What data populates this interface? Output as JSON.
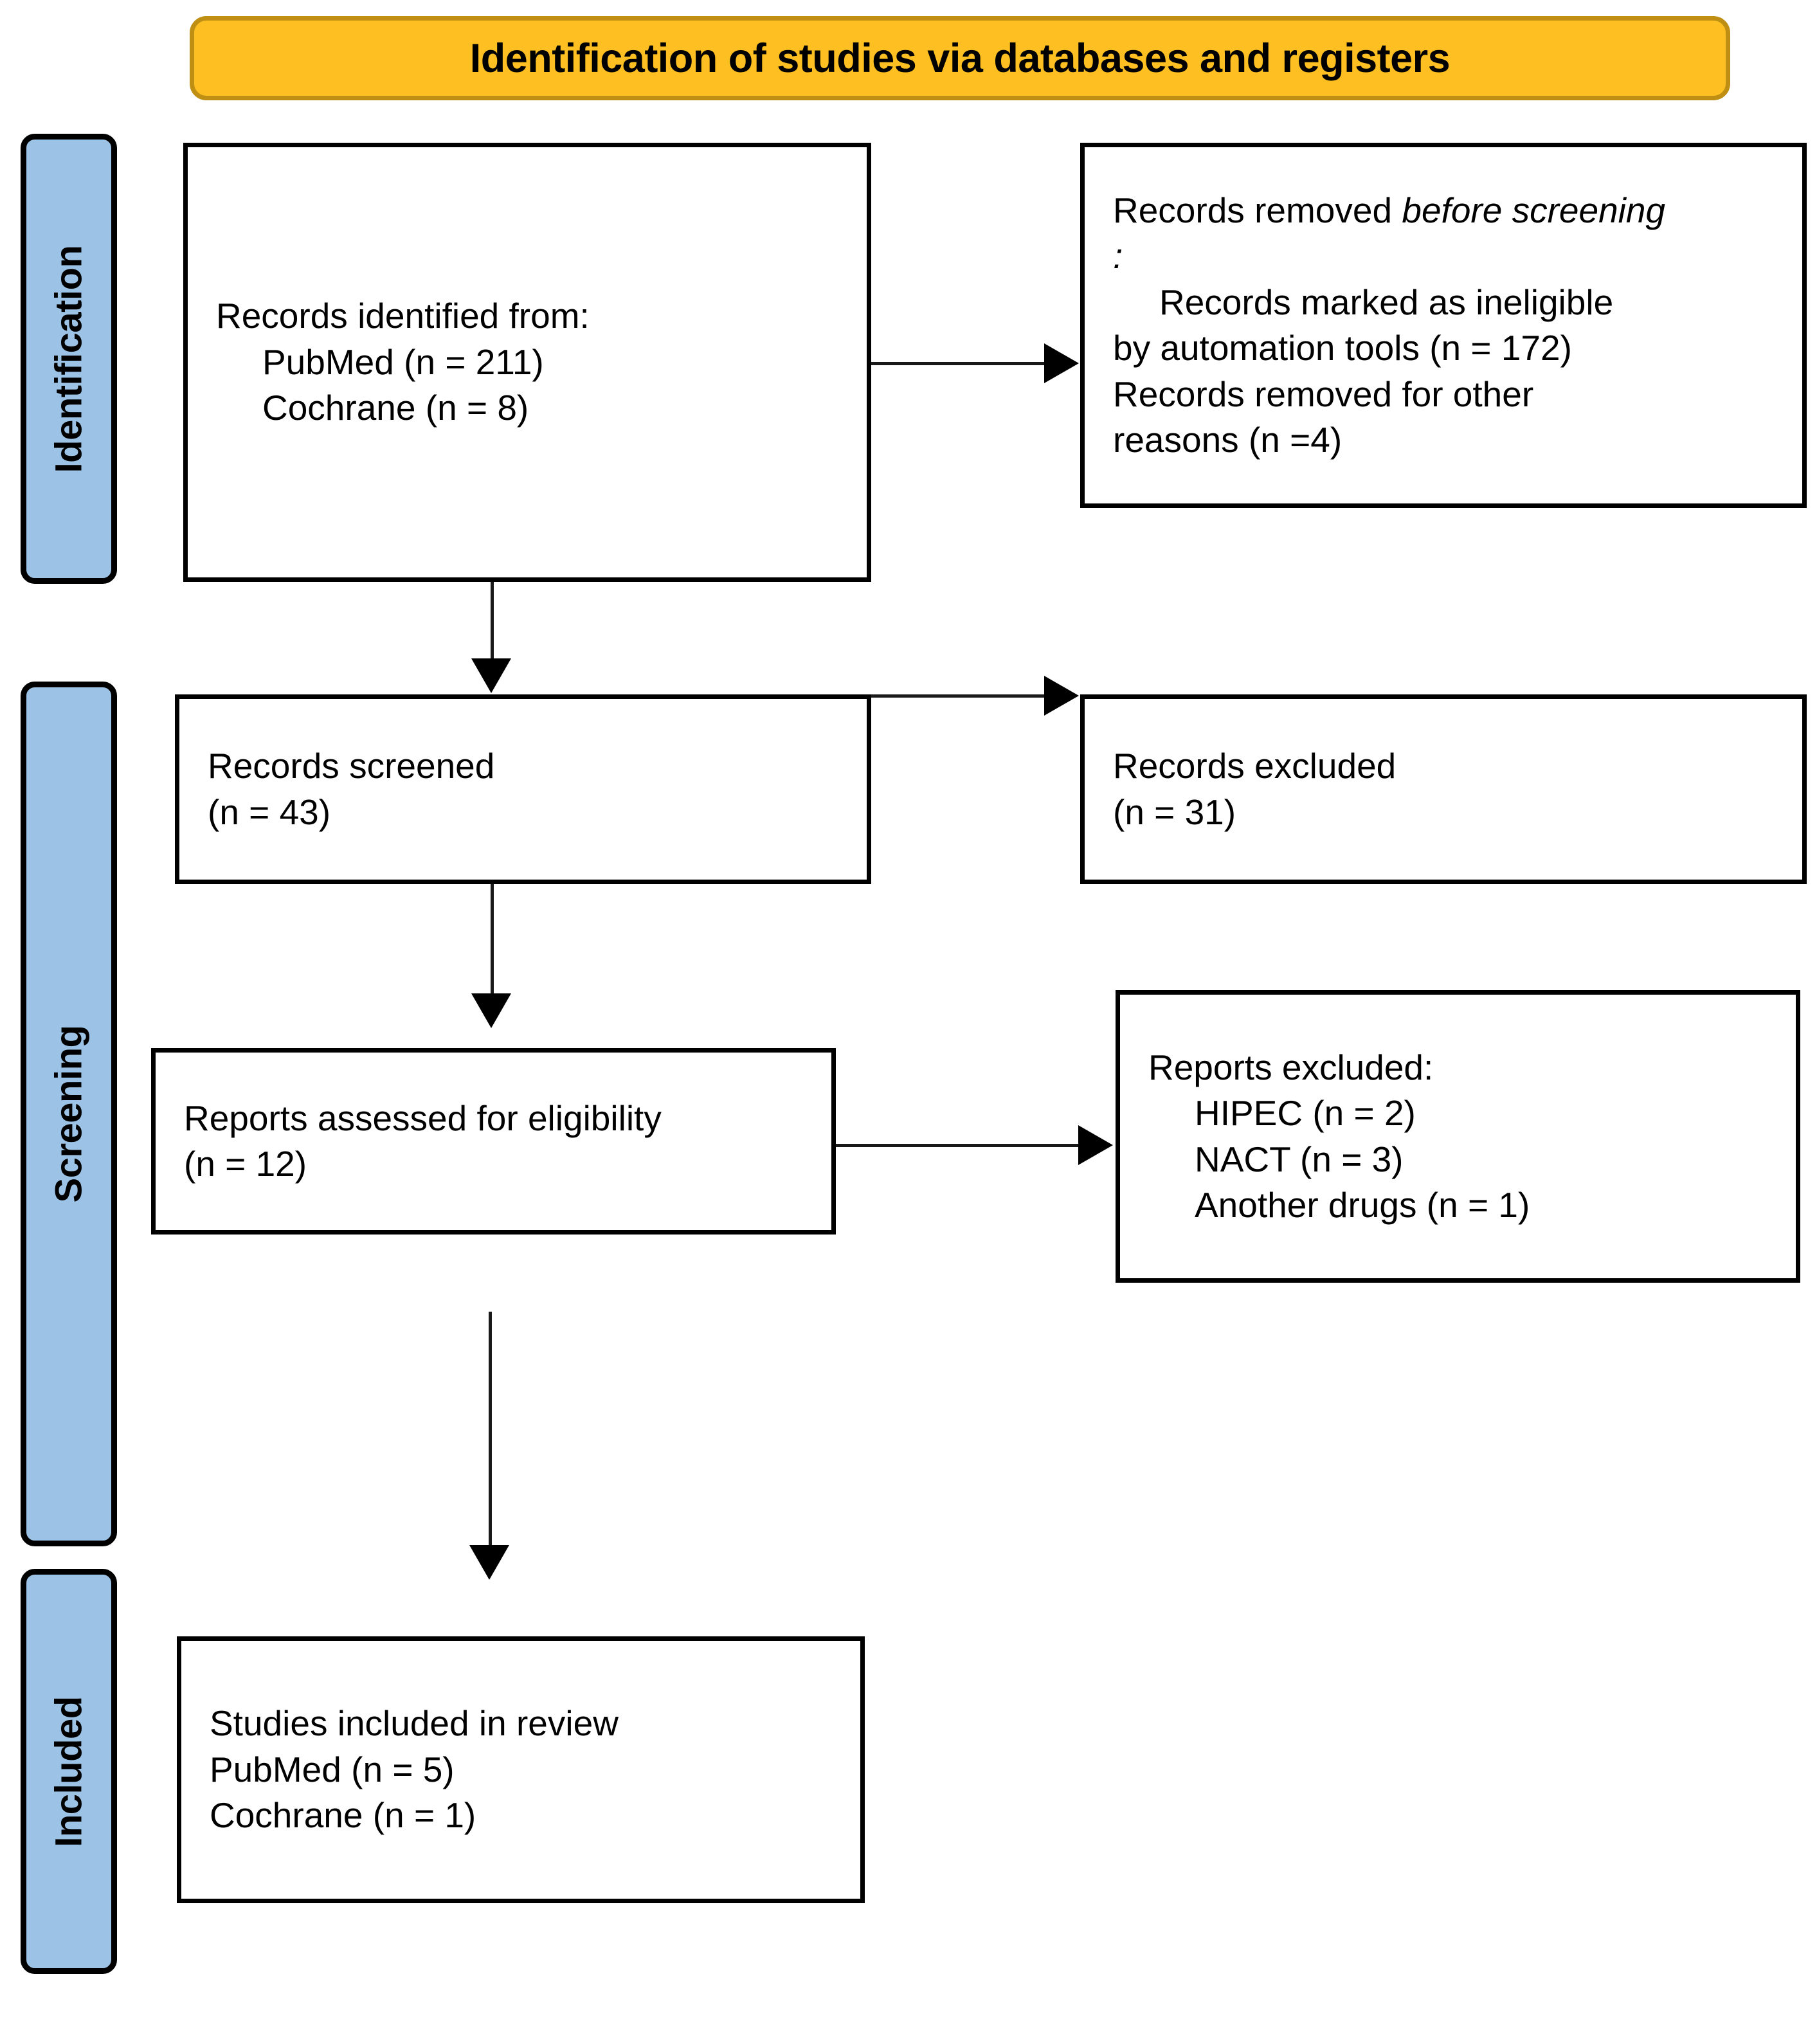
{
  "diagram": {
    "title": "Identification of studies via databases and registers",
    "stages": [
      {
        "id": "identification",
        "label": "Identification"
      },
      {
        "id": "screening",
        "label": "Screening"
      },
      {
        "id": "included",
        "label": "Included"
      }
    ],
    "colors": {
      "header_fill": "#FDBF21",
      "header_border": "#BF8F14",
      "stage_tab_fill": "#9CC3E5",
      "box_border": "#000000",
      "text": "#000000"
    },
    "boxes": {
      "identified": {
        "name": "records-identified",
        "lines": [
          "Records identified from:",
          "    PubMed (n = 211)",
          "    Cochrane (n = 8)"
        ],
        "heading": "Records identified from:",
        "items": [
          {
            "source": "PubMed",
            "n": 211,
            "text": "PubMed (n = 211)"
          },
          {
            "source": "Cochrane",
            "n": 8,
            "text": "Cochrane (n = 8)"
          }
        ]
      },
      "removed_before_screening": {
        "name": "records-removed-before-screening",
        "heading_plain": "Records removed ",
        "heading_italic": "before screening",
        "heading_colon": ":",
        "items": [
          {
            "text": "Records marked as ineligible",
            "n": null
          },
          {
            "text": "by automation tools (n = 172)",
            "n": 172
          },
          {
            "text": "Records removed for other",
            "n": null
          },
          {
            "text": "reasons (n =4)",
            "n": 4
          }
        ]
      },
      "screened": {
        "name": "records-screened",
        "lines": [
          "Records screened",
          "(n = 43)"
        ],
        "n": 43
      },
      "records_excluded": {
        "name": "records-excluded",
        "lines": [
          "Records excluded",
          "(n = 31)"
        ],
        "n": 31
      },
      "eligibility": {
        "name": "reports-assessed-for-eligibility",
        "lines": [
          "Reports assessed for eligibility",
          "(n = 12)"
        ],
        "n": 12
      },
      "reports_excluded": {
        "name": "reports-excluded",
        "heading": "Reports excluded:",
        "items": [
          {
            "reason": "HIPEC",
            "n": 2,
            "text": "HIPEC (n = 2)"
          },
          {
            "reason": "NACT",
            "n": 3,
            "text": "NACT (n = 3)"
          },
          {
            "reason": "Another drugs",
            "n": 1,
            "text": "Another drugs (n = 1)"
          }
        ]
      },
      "included": {
        "name": "studies-included-in-review",
        "heading": "Studies included in review",
        "items": [
          {
            "source": "PubMed",
            "n": 5,
            "text": "PubMed (n = 5)"
          },
          {
            "source": "Cochrane",
            "n": 1,
            "text": "Cochrane (n = 1)"
          }
        ]
      }
    }
  }
}
